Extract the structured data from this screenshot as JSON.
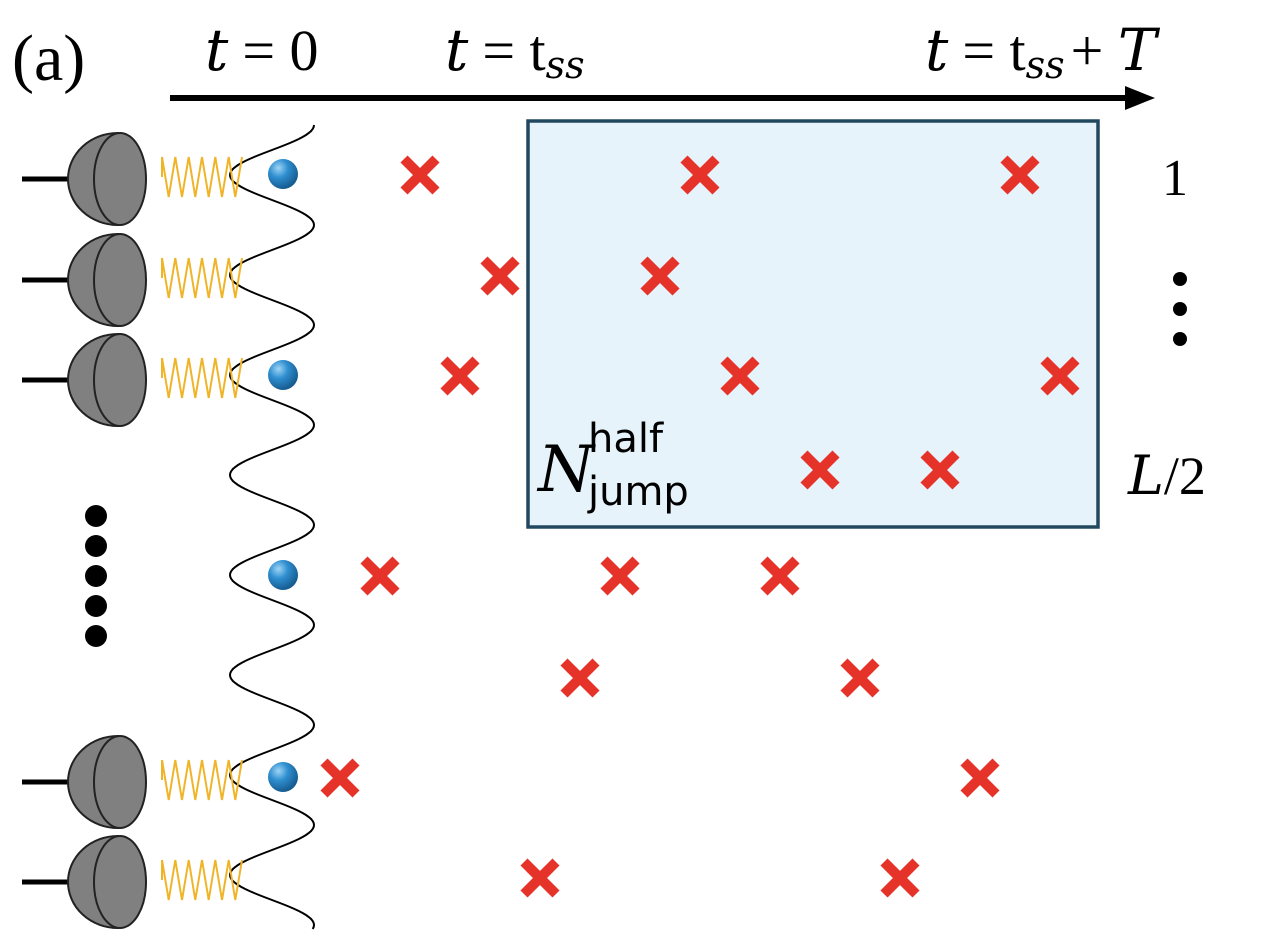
{
  "panel_label": "(a)",
  "time_axis": {
    "start_t": "t",
    "start_eq": "= 0",
    "ss_t": "t",
    "ss_eq": "= t",
    "ss_sub": "ss",
    "end_t": "t",
    "end_eq": "= t",
    "end_sub": "ss",
    "end_plus": "+ ",
    "end_T": "T"
  },
  "region": {
    "symbol": "N",
    "superscript": "half",
    "subscript": "jump",
    "fill": "#e6f3fa",
    "stroke": "#22485f"
  },
  "row_labels": {
    "first": "1",
    "mid_italic": "L",
    "mid_rest": "/2"
  },
  "colors": {
    "jump_marker": "#e6332a",
    "particle": "#2f8fd0",
    "spring": "#f0b429",
    "detector": "#808080"
  },
  "icons": {
    "detector": "detector-icon",
    "spring": "spring-icon",
    "particle": "particle-icon",
    "jump": "jump-cross-icon"
  },
  "jump_events": [
    {
      "row": 1,
      "order": 1
    },
    {
      "row": 1,
      "order": 2
    },
    {
      "row": 1,
      "order": 3
    },
    {
      "row": 2,
      "order": 1
    },
    {
      "row": 2,
      "order": 2
    },
    {
      "row": 3,
      "order": 1
    },
    {
      "row": 3,
      "order": 2
    },
    {
      "row": 3,
      "order": 3
    },
    {
      "row": 4,
      "order": 1
    },
    {
      "row": 4,
      "order": 2
    },
    {
      "row": 5,
      "order": 1
    },
    {
      "row": 5,
      "order": 2
    },
    {
      "row": 5,
      "order": 3
    },
    {
      "row": 6,
      "order": 1
    },
    {
      "row": 6,
      "order": 2
    },
    {
      "row": 7,
      "order": 1
    },
    {
      "row": 7,
      "order": 2
    },
    {
      "row": 8,
      "order": 1
    },
    {
      "row": 8,
      "order": 2
    }
  ]
}
